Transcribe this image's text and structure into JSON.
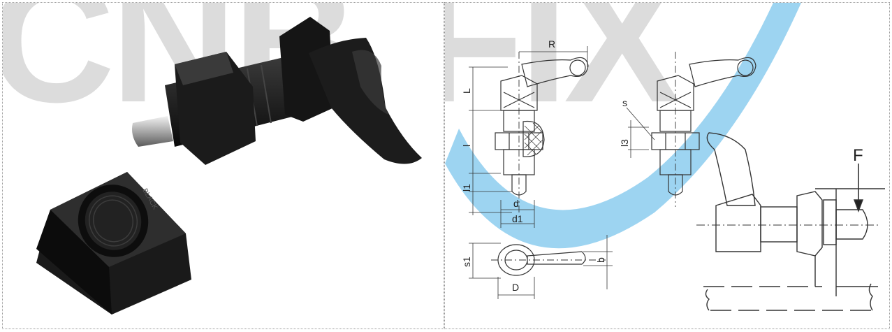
{
  "watermark": {
    "text": "CNBFIX",
    "color": "#d9d9d9",
    "swoosh_color": "#7cc6ec"
  },
  "photos": {
    "plunger": "cam-action-indexing-plunger-photo",
    "nut": "hex-lock-nut-photo",
    "nut_marking": "BLACK"
  },
  "drawing": {
    "labels": {
      "R": "R",
      "L": "L",
      "l": "l",
      "l1": "l1",
      "d": "d",
      "d1": "d1",
      "s": "s",
      "l3": "l3",
      "s1": "s1",
      "D": "D",
      "b": "b",
      "F": "F"
    }
  }
}
